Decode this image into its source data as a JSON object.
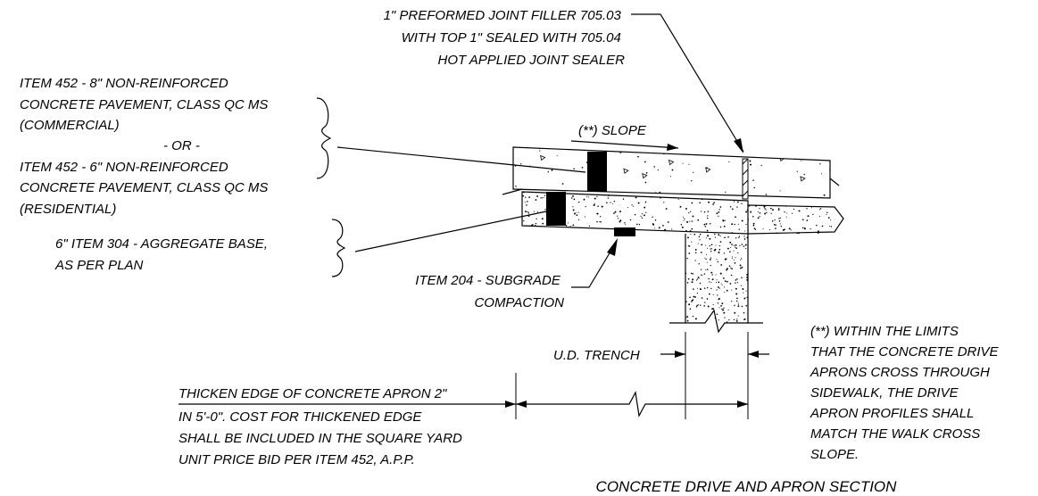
{
  "title": "CONCRETE DRIVE AND APRON SECTION",
  "labels": {
    "joint_filler": [
      "1\" PREFORMED JOINT FILLER 705.03",
      "WITH TOP 1\"  SEALED WITH 705.04",
      "HOT APPLIED JOINT SEALER"
    ],
    "pavement": [
      "ITEM 452 - 8\" NON-REINFORCED",
      "CONCRETE PAVEMENT, CLASS QC MS",
      "(COMMERCIAL)",
      "- OR -",
      "ITEM 452 - 6\" NON-REINFORCED",
      "CONCRETE PAVEMENT, CLASS QC MS",
      "(RESIDENTIAL)"
    ],
    "aggregate_base": [
      "6\" ITEM 304 - AGGREGATE BASE,",
      "AS PER PLAN"
    ],
    "subgrade": [
      "ITEM 204 - SUBGRADE",
      "COMPACTION"
    ],
    "slope": "(**) SLOPE",
    "ud_trench": "U.D. TRENCH",
    "thicken_edge": [
      "THICKEN EDGE OF CONCRETE APRON 2\"",
      "IN 5'-0\". COST FOR THICKENED EDGE",
      "SHALL BE INCLUDED IN THE SQUARE YARD",
      "UNIT PRICE BID PER ITEM 452, A.P.P."
    ],
    "note": [
      "(**) WITHIN THE LIMITS",
      "THAT THE CONCRETE DRIVE",
      "APRONS CROSS THROUGH",
      "SIDEWALK, THE DRIVE",
      "APRON PROFILES SHALL",
      "MATCH THE WALK CROSS",
      "SLOPE."
    ]
  }
}
